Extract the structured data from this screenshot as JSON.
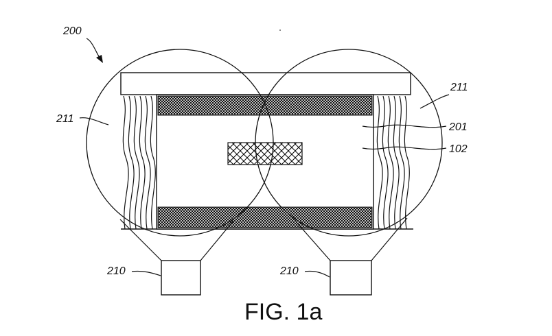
{
  "figure": {
    "caption": "FIG. 1a",
    "labels": {
      "assembly": "200",
      "circle_left": "211",
      "circle_right": "211",
      "cavity": "201",
      "plate": "102",
      "box_left": "210",
      "box_right": "210"
    }
  }
}
